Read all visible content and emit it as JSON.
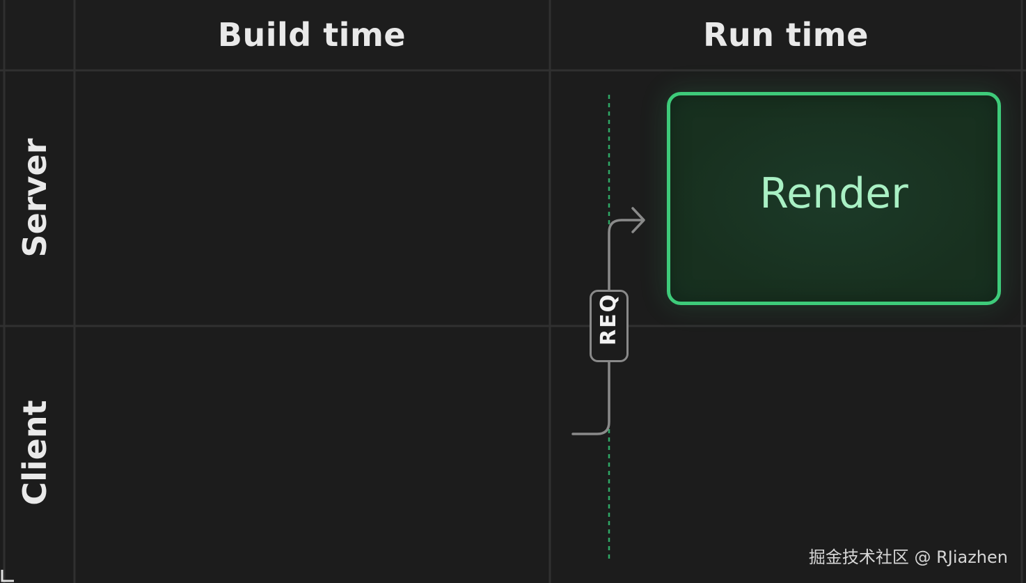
{
  "columns": {
    "build": "Build time",
    "run": "Run time"
  },
  "rows": {
    "server": "Server",
    "client": "Client"
  },
  "render_box": {
    "label": "Render"
  },
  "request": {
    "label": "REQ"
  },
  "watermark": "掘金技术社区 @ RJiazhen",
  "colors": {
    "background": "#1c1c1c",
    "grid_line": "#2f2f2f",
    "accent_green": "#3ecb7a",
    "render_text": "#a9f0c4",
    "connector": "#8a8a8a",
    "dashed_line": "#2fa866"
  }
}
